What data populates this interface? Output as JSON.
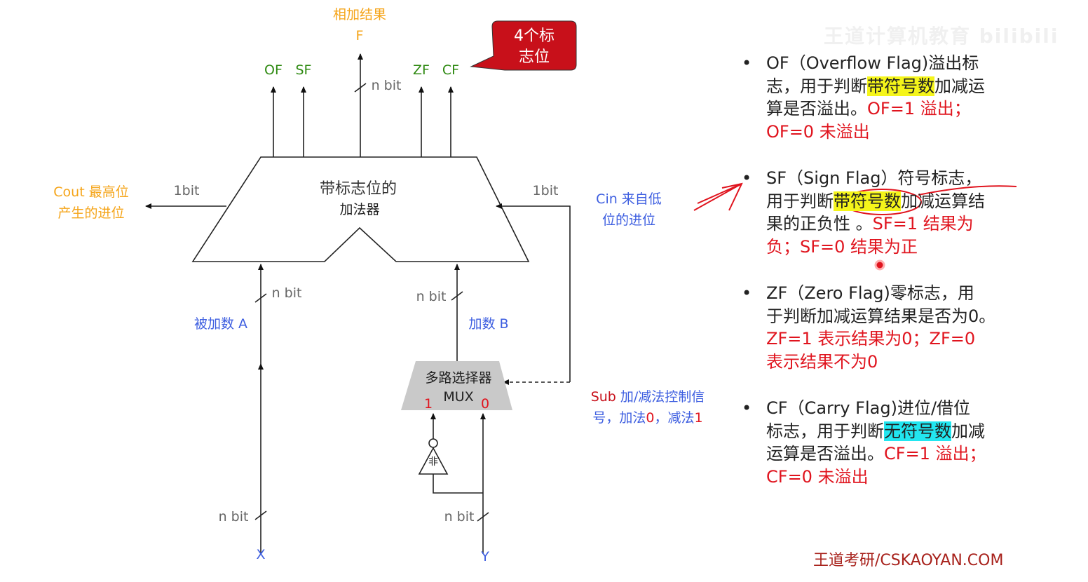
{
  "watermark": "王道计算机教育 bilibili",
  "diagram": {
    "sum_label": "相加结果",
    "sum_symbol": "F",
    "flags": {
      "of": "OF",
      "sf": "SF",
      "zf": "ZF",
      "cf": "CF"
    },
    "callout": {
      "line1": "4个标",
      "line2": "志位"
    },
    "nbit": "n bit",
    "onebit": "1bit",
    "adder": {
      "line1": "带标志位的",
      "line2": "加法器"
    },
    "cout": {
      "line1": "Cout 最高位",
      "line2": "产生的进位"
    },
    "cin": {
      "line1": "Cin 来自低",
      "line2": "位的进位"
    },
    "operand_a": "被加数 A",
    "operand_b": "加数 B",
    "mux": {
      "title": "多路选择器",
      "name": "MUX",
      "in1": "1",
      "in0": "0"
    },
    "not_gate": "非",
    "sub": {
      "name": "Sub",
      "line1": "加/减法控制信",
      "line2a": "号，加法",
      "zero": "0",
      "line2b": "，减法",
      "one": "1"
    },
    "input_x": "X",
    "input_y": "Y"
  },
  "notes": [
    {
      "l1": "OF（Overflow Flag)溢出标",
      "l2a": "志，用于判断",
      "l2h": "带符号数",
      "l2b": "加减运",
      "l3a": "算是否溢出。",
      "l3r": "OF=1 溢出；",
      "l4r": "OF=0 未溢出"
    },
    {
      "l1": "SF（Sign Flag）符号标志，",
      "l2a": "用于判断",
      "l2h": "带符号数",
      "l2b": "加减运算结",
      "l3a": "果的正负性 。",
      "l3r": "SF=1 结果为",
      "l4r": "负；SF=0 结果为正"
    },
    {
      "l1": "ZF（Zero Flag)零标志，用",
      "l2a": "于判断加减运算结果是否为0。",
      "l3r": "ZF=1 表示结果为0；ZF=0",
      "l4r": "表示结果不为0"
    },
    {
      "l1": "CF（Carry Flag)进位/借位",
      "l2a": "标志，用于判断",
      "l2h": "无符号数",
      "l2b": "加减",
      "l3a": "运算是否溢出。",
      "l3r": "CF=1 溢出；",
      "l4r": "CF=0 未溢出"
    }
  ],
  "bullet": "•",
  "footer": "王道考研/CSKAOYAN.COM",
  "colors": {
    "orange": "#f5a418",
    "green": "#2f8a12",
    "blue": "#3d5ee0",
    "red": "#e0141e",
    "callout": "#c8101a"
  }
}
